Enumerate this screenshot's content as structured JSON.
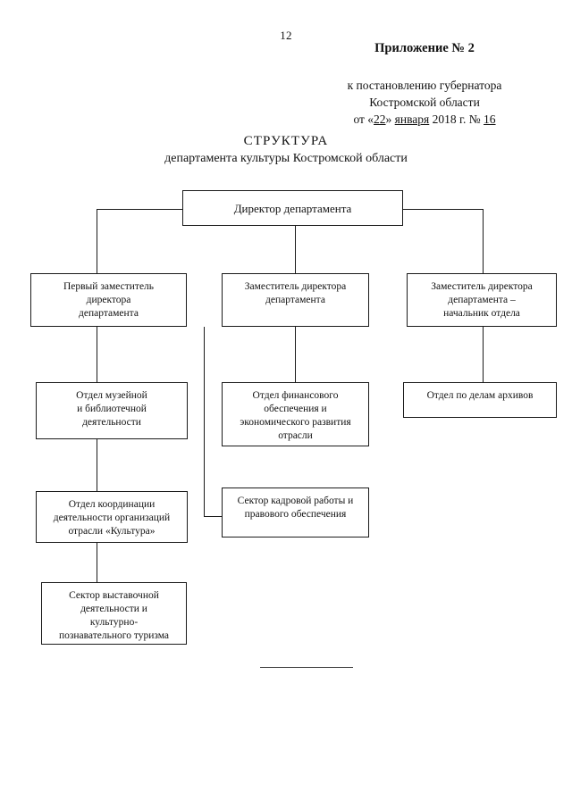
{
  "header": {
    "page_number": "12",
    "appendix_title": "Приложение № 2",
    "decree_line1": "к постановлению губернатора",
    "decree_line2": "Костромской области",
    "decree_line3_prefix": "от «",
    "decree_day": "22",
    "decree_line3_mid": "» ",
    "decree_month": "января",
    "decree_line3_year": " 2018 г. № ",
    "decree_number": "16"
  },
  "title": {
    "main": "СТРУКТУРА",
    "subtitle": "департамента культуры Костромской области"
  },
  "chart_data": {
    "type": "diagram",
    "title": "СТРУКТУРА департамента культуры Костромской области",
    "nodes": [
      {
        "id": "director",
        "label": "Директор департамента",
        "level": 0,
        "column": "center"
      },
      {
        "id": "first-deputy",
        "label": "Первый заместитель директора департамента",
        "lines": [
          "Первый заместитель",
          "директора",
          "департамента"
        ],
        "level": 1,
        "column": "left"
      },
      {
        "id": "deputy-director",
        "label": "Заместитель директора департамента",
        "lines": [
          "Заместитель директора",
          "департамента"
        ],
        "level": 1,
        "column": "center"
      },
      {
        "id": "deputy-head-of-division",
        "label": "Заместитель директора департамента – начальник отдела",
        "lines": [
          "Заместитель директора",
          "департамента –",
          "начальник отдела"
        ],
        "level": 1,
        "column": "right"
      },
      {
        "id": "museum-library-division",
        "label": "Отдел музейной и библиотечной деятельности",
        "lines": [
          "Отдел музейной",
          "и библиотечной",
          "деятельности"
        ],
        "level": 2,
        "column": "left",
        "parent": "first-deputy"
      },
      {
        "id": "finance-division",
        "label": "Отдел финансового обеспечения и экономического развития отрасли",
        "lines": [
          "Отдел финансового",
          "обеспечения и",
          "экономического развития",
          "отрасли"
        ],
        "level": 2,
        "column": "center",
        "parent": "deputy-director"
      },
      {
        "id": "archives-division",
        "label": "Отдел по делам архивов",
        "lines": [
          "Отдел по делам архивов"
        ],
        "level": 2,
        "column": "right",
        "parent": "deputy-head-of-division"
      },
      {
        "id": "coordination-division",
        "label": "Отдел координации деятельности организаций отрасли «Культура»",
        "lines": [
          "Отдел координации",
          "деятельности организаций",
          "отрасли «Культура»"
        ],
        "level": 3,
        "column": "left",
        "parent": "museum-library-division"
      },
      {
        "id": "hr-legal-sector",
        "label": "Сектор кадровой работы и правового обеспечения",
        "lines": [
          "Сектор кадровой работы и",
          "правового обеспечения"
        ],
        "level": 3,
        "column": "center",
        "parent": "deputy-director"
      },
      {
        "id": "exhibition-tourism-sector",
        "label": "Сектор выставочной деятельности и культурно-познавательного туризма",
        "lines": [
          "Сектор выставочной",
          "деятельности и",
          "культурно-",
          "познавательного туризма"
        ],
        "level": 4,
        "column": "left",
        "parent": "coordination-division"
      }
    ],
    "edges": [
      {
        "from": "director",
        "to": "first-deputy"
      },
      {
        "from": "director",
        "to": "deputy-director"
      },
      {
        "from": "director",
        "to": "deputy-head-of-division"
      },
      {
        "from": "first-deputy",
        "to": "museum-library-division"
      },
      {
        "from": "deputy-director",
        "to": "finance-division"
      },
      {
        "from": "deputy-head-of-division",
        "to": "archives-division"
      },
      {
        "from": "museum-library-division",
        "to": "coordination-division"
      },
      {
        "from": "deputy-director",
        "to": "hr-legal-sector"
      },
      {
        "from": "coordination-division",
        "to": "exhibition-tourism-sector"
      }
    ]
  }
}
